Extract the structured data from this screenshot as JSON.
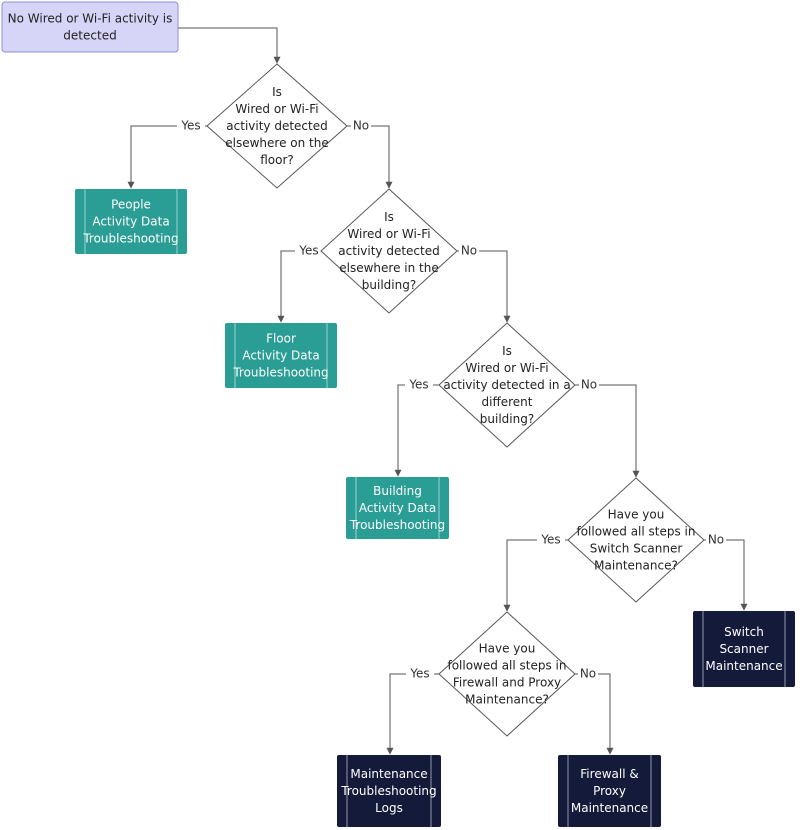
{
  "diagram": {
    "start": {
      "lines": [
        "No Wired or Wi-Fi activity is",
        "detected"
      ]
    },
    "decisions": [
      {
        "id": "d1",
        "lines": [
          "Is",
          "Wired or Wi-Fi",
          "activity detected",
          "elsewhere on the",
          "floor?"
        ]
      },
      {
        "id": "d2",
        "lines": [
          "Is",
          "Wired or Wi-Fi",
          "activity detected",
          "elsewhere in the",
          "building?"
        ]
      },
      {
        "id": "d3",
        "lines": [
          "Is",
          "Wired or Wi-Fi",
          "activity detected in a",
          "different",
          "building?"
        ]
      },
      {
        "id": "d4",
        "lines": [
          "Have you",
          "followed all steps in",
          "Switch Scanner",
          "Maintenance?"
        ]
      },
      {
        "id": "d5",
        "lines": [
          "Have you",
          "followed all steps in",
          "Firewall and Proxy",
          "Maintenance?"
        ]
      }
    ],
    "outcomes": [
      {
        "id": "o1",
        "lines": [
          "People",
          "Activity Data",
          "Troubleshooting"
        ],
        "kind": "teal"
      },
      {
        "id": "o2",
        "lines": [
          "Floor",
          "Activity Data",
          "Troubleshooting"
        ],
        "kind": "teal"
      },
      {
        "id": "o3",
        "lines": [
          "Building",
          "Activity Data",
          "Troubleshooting"
        ],
        "kind": "teal"
      },
      {
        "id": "o4",
        "lines": [
          "Switch",
          "Scanner",
          "Maintenance"
        ],
        "kind": "navy"
      },
      {
        "id": "o5",
        "lines": [
          "Maintenance",
          "Troubleshooting",
          "Logs"
        ],
        "kind": "navy"
      },
      {
        "id": "o6",
        "lines": [
          "Firewall &",
          "Proxy",
          "Maintenance"
        ],
        "kind": "navy"
      }
    ],
    "edge_labels": {
      "yes": "Yes",
      "no": "No"
    }
  },
  "colors": {
    "start_fill": "#d6d5f7",
    "start_stroke": "#8f8ddb",
    "decision_stroke": "#555555",
    "teal": "#2a9d94",
    "navy": "#141a3a",
    "edge": "#555555",
    "text": "#222222"
  }
}
